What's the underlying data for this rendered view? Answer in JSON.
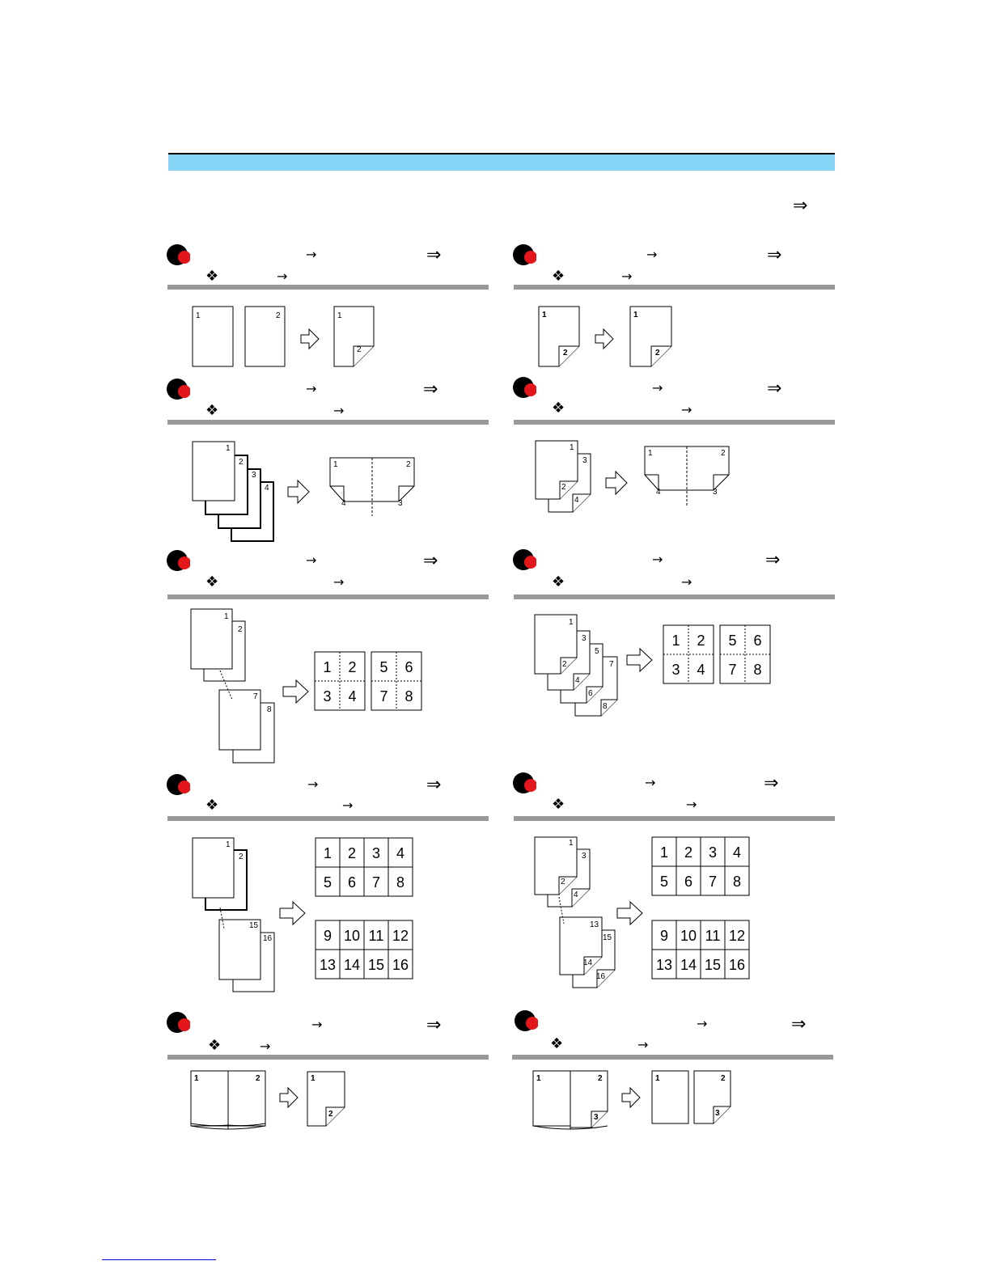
{
  "page": {
    "header_band_color": "#86d4f5",
    "bullet_colors": [
      "#000000",
      "#e3161b"
    ]
  },
  "arrows": {
    "single": "→",
    "double": "⇒",
    "diamond": "❖"
  },
  "diagrams": {
    "d1": {
      "originals": [
        "1",
        "2"
      ],
      "copy": [
        "1",
        "2"
      ]
    },
    "d2": {
      "originals": [
        "1",
        "2"
      ],
      "copy": [
        "1",
        "2"
      ]
    },
    "d3": {
      "originals": [
        "1",
        "2",
        "3",
        "4"
      ],
      "copy": [
        "1",
        "2",
        "4",
        "3"
      ]
    },
    "d4": {
      "originals": [
        "1",
        "2",
        "3",
        "4"
      ],
      "copy": [
        "1",
        "2",
        "4",
        "3"
      ]
    },
    "d5": {
      "originals": [
        "1",
        "2",
        "7",
        "8"
      ],
      "copy_sheets": [
        [
          "1",
          "2",
          "3",
          "4"
        ],
        [
          "5",
          "6",
          "7",
          "8"
        ]
      ]
    },
    "d6": {
      "originals": [
        "1",
        "2",
        "3",
        "4",
        "5",
        "6",
        "7",
        "8"
      ],
      "copy_sheets": [
        [
          "1",
          "2",
          "3",
          "4"
        ],
        [
          "5",
          "6",
          "7",
          "8"
        ]
      ]
    },
    "d7": {
      "originals": [
        "1",
        "2",
        "15",
        "16"
      ],
      "copy_sheets": [
        [
          "1",
          "2",
          "3",
          "4",
          "5",
          "6",
          "7",
          "8"
        ],
        [
          "9",
          "10",
          "11",
          "12",
          "13",
          "14",
          "15",
          "16"
        ]
      ]
    },
    "d8": {
      "originals": [
        "1",
        "2",
        "3",
        "4",
        "13",
        "14",
        "15",
        "16"
      ],
      "copy_sheets": [
        [
          "1",
          "2",
          "3",
          "4",
          "5",
          "6",
          "7",
          "8"
        ],
        [
          "9",
          "10",
          "11",
          "12",
          "13",
          "14",
          "15",
          "16"
        ]
      ]
    },
    "d9": {
      "originals": [
        "1",
        "2"
      ],
      "copy": [
        "1",
        "2"
      ]
    },
    "d10": {
      "originals": [
        "1",
        "2",
        "3"
      ],
      "copy": [
        "1",
        "2",
        "3"
      ]
    }
  }
}
